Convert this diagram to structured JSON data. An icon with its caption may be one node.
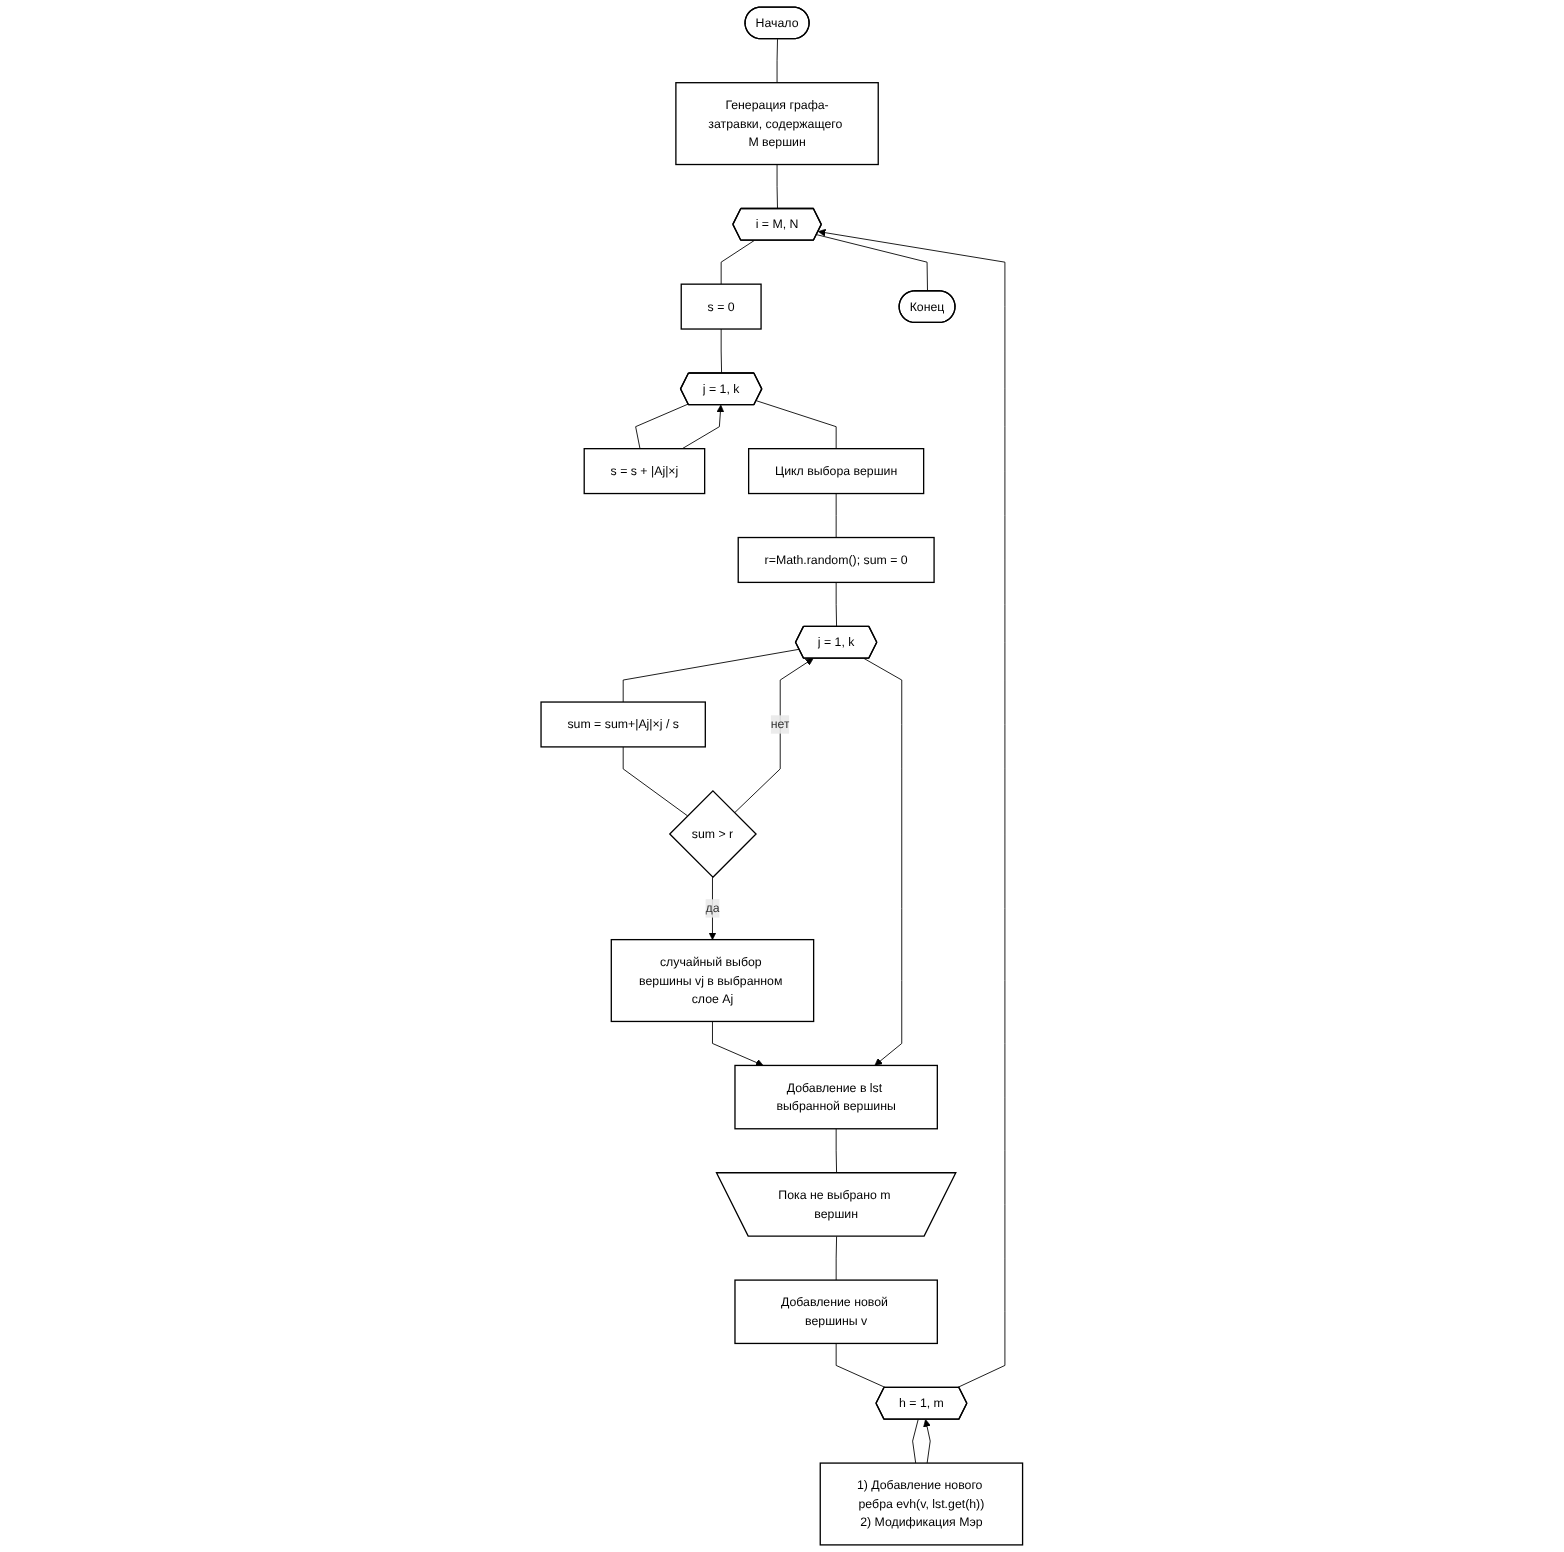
{
  "diagram": {
    "nodes": [
      {
        "text": [
          "Начало"
        ]
      },
      {
        "text": [
          "Генерация графа-затравки, содержащего M вершин"
        ]
      },
      {
        "text": [
          "i = M, N"
        ]
      },
      {
        "text": [
          "s = 0"
        ]
      },
      {
        "text": [
          "Конец"
        ]
      },
      {
        "text": [
          "j = 1, k"
        ]
      },
      {
        "text": [
          "s = s + |Aj|×j"
        ]
      },
      {
        "text": [
          "Цикл выбора вершин"
        ]
      },
      {
        "text": [
          "r=Math.random(); sum = 0"
        ]
      },
      {
        "text": [
          "j = 1, k"
        ]
      },
      {
        "text": [
          "sum = sum+|Aj|×j / s"
        ]
      },
      {
        "text": [
          "sum > r"
        ]
      },
      {
        "text": [
          "случайный выбор вершины vj в выбранном слое Aj"
        ]
      },
      {
        "text": [
          "Добавление в lst выбранной вершины"
        ]
      },
      {
        "text": [
          "Пока не выбрано m вершин"
        ]
      },
      {
        "text": [
          "Добавление новой вершины v"
        ]
      },
      {
        "text": [
          "h = 1, m"
        ]
      },
      {
        "text": [
          "1) Добавление нового ребра evh(v, lst.get(h))",
          "2) Модификация Мэр"
        ]
      }
    ],
    "edges": [
      {
        "from": 0,
        "to": 1,
        "arrow": "none"
      },
      {
        "from": 1,
        "to": 2,
        "arrow": "none"
      },
      {
        "from": 2,
        "to": 3,
        "arrow": "none"
      },
      {
        "from": 2,
        "to": 4,
        "arrow": "none"
      },
      {
        "from": 3,
        "to": 5,
        "arrow": "none"
      },
      {
        "from": 5,
        "to": 6,
        "arrow": "none"
      },
      {
        "from": 6,
        "to": 5,
        "arrow": "to"
      },
      {
        "from": 5,
        "to": 7,
        "arrow": "none"
      },
      {
        "from": 7,
        "to": 8,
        "arrow": "none"
      },
      {
        "from": 8,
        "to": 9,
        "arrow": "none"
      },
      {
        "from": 9,
        "to": 10,
        "arrow": "none"
      },
      {
        "from": 10,
        "to": 11,
        "arrow": "none"
      },
      {
        "from": 11,
        "to": 9,
        "label": "нет",
        "arrow": "to"
      },
      {
        "from": 11,
        "to": 12,
        "label": "да",
        "arrow": "to"
      },
      {
        "from": 12,
        "to": 13,
        "arrow": "to"
      },
      {
        "from": 9,
        "to": 13,
        "arrow": "to"
      },
      {
        "from": 13,
        "to": 14,
        "arrow": "none"
      },
      {
        "from": 14,
        "to": 15,
        "arrow": "none"
      },
      {
        "from": 15,
        "to": 16,
        "arrow": "none"
      },
      {
        "from": 16,
        "to": 17,
        "arrow": "none"
      },
      {
        "from": 17,
        "to": 16,
        "arrow": "to"
      },
      {
        "from": 16,
        "to": 2,
        "arrow": "to"
      }
    ]
  }
}
